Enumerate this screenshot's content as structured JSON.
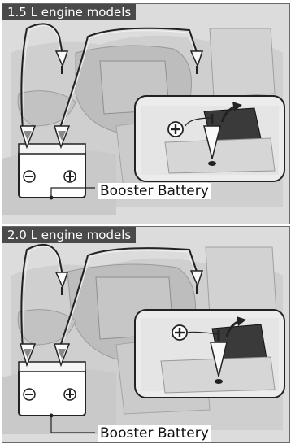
{
  "panels": [
    {
      "title": "1.5 L engine models",
      "booster_label": "Booster Battery"
    },
    {
      "title": "2.0 L engine models",
      "booster_label": "Booster Battery"
    }
  ],
  "colors": {
    "title_bg": "#4a4a4a",
    "illustration_bg": "#dcdcdc",
    "inset_bg": "#ffffff",
    "line": "#222222"
  },
  "icons": [
    "plus-terminal-icon",
    "minus-terminal-icon",
    "jumper-clamp-icon",
    "curved-arrow-icon"
  ]
}
